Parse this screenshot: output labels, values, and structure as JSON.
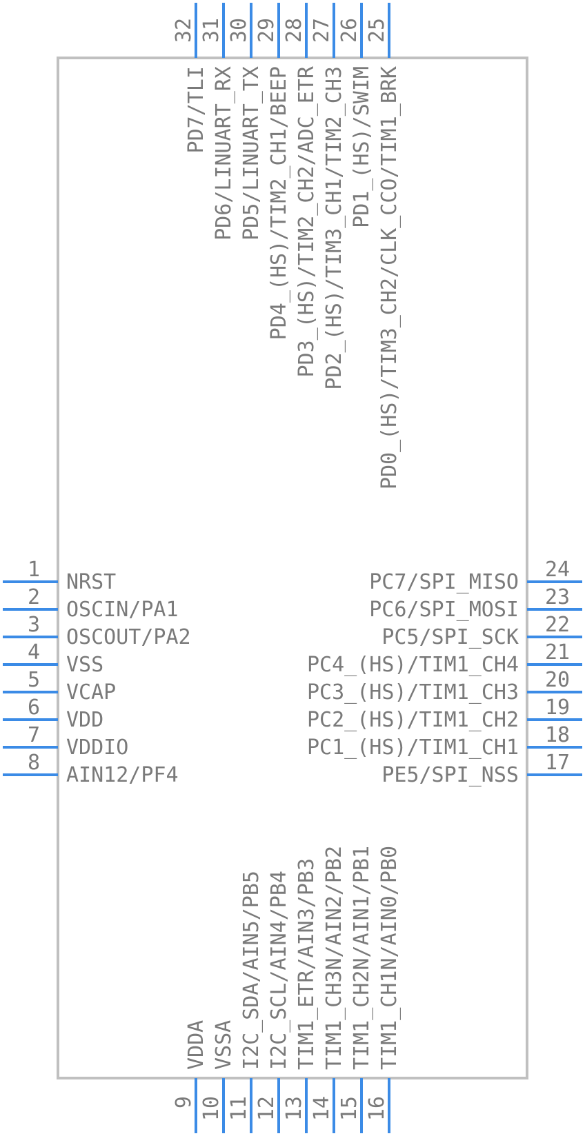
{
  "component": {
    "colors": {
      "pin": "#3b8be6",
      "body_outline": "#c0c0c0",
      "text": "#7a7a7a",
      "background": "#ffffff"
    },
    "left_pins": [
      {
        "number": "1",
        "name": "NRST"
      },
      {
        "number": "2",
        "name": "OSCIN/PA1"
      },
      {
        "number": "3",
        "name": "OSCOUT/PA2"
      },
      {
        "number": "4",
        "name": "VSS"
      },
      {
        "number": "5",
        "name": "VCAP"
      },
      {
        "number": "6",
        "name": "VDD"
      },
      {
        "number": "7",
        "name": "VDDIO"
      },
      {
        "number": "8",
        "name": "AIN12/PF4"
      }
    ],
    "right_pins": [
      {
        "number": "24",
        "name": "PC7/SPI_MISO"
      },
      {
        "number": "23",
        "name": "PC6/SPI_MOSI"
      },
      {
        "number": "22",
        "name": "PC5/SPI_SCK"
      },
      {
        "number": "21",
        "name": "PC4_(HS)/TIM1_CH4"
      },
      {
        "number": "20",
        "name": "PC3_(HS)/TIM1_CH3"
      },
      {
        "number": "19",
        "name": "PC2_(HS)/TIM1_CH2"
      },
      {
        "number": "18",
        "name": "PC1_(HS)/TIM1_CH1"
      },
      {
        "number": "17",
        "name": "PE5/SPI_NSS"
      }
    ],
    "top_pins": [
      {
        "number": "32",
        "name": "PD7/TLI"
      },
      {
        "number": "31",
        "name": "PD6/LINUART_RX"
      },
      {
        "number": "30",
        "name": "PD5/LINUART_TX"
      },
      {
        "number": "29",
        "name": "PD4_(HS)/TIM2_CH1/BEEP"
      },
      {
        "number": "28",
        "name": "PD3_(HS)/TIM2_CH2/ADC_ETR"
      },
      {
        "number": "27",
        "name": "PD2_(HS)/TIM3_CH1/TIM2_CH3"
      },
      {
        "number": "26",
        "name": "PD1_(HS)/SWIM"
      },
      {
        "number": "25",
        "name": "PD0_(HS)/TIM3_CH2/CLK_CCO/TIM1_BRK"
      }
    ],
    "bottom_pins": [
      {
        "number": "9",
        "name": "VDDA"
      },
      {
        "number": "10",
        "name": "VSSA"
      },
      {
        "number": "11",
        "name": "I2C_SDA/AIN5/PB5"
      },
      {
        "number": "12",
        "name": "I2C_SCL/AIN4/PB4"
      },
      {
        "number": "13",
        "name": "TIM1_ETR/AIN3/PB3"
      },
      {
        "number": "14",
        "name": "TIM1_CH3N/AIN2/PB2"
      },
      {
        "number": "15",
        "name": "TIM1_CH2N/AIN1/PB1"
      },
      {
        "number": "16",
        "name": "TIM1_CH1N/AIN0/PB0"
      }
    ]
  }
}
